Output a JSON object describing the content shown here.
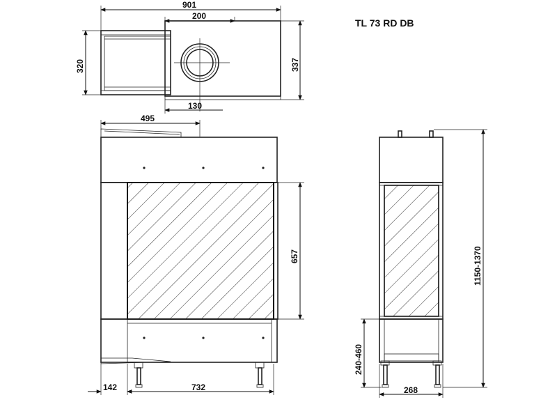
{
  "title": "TL 73 RD DB",
  "dimensions": {
    "top_overall_width": "901",
    "top_flue_width": "200",
    "top_left_height": "320",
    "top_right_height": "337",
    "top_flue_offset": "130",
    "front_flue_offset": "495",
    "front_glass_height": "657",
    "front_left_margin": "142",
    "front_glass_width": "732",
    "side_total_height": "1150-1370",
    "side_base_height": "240-460",
    "side_depth": "268"
  }
}
